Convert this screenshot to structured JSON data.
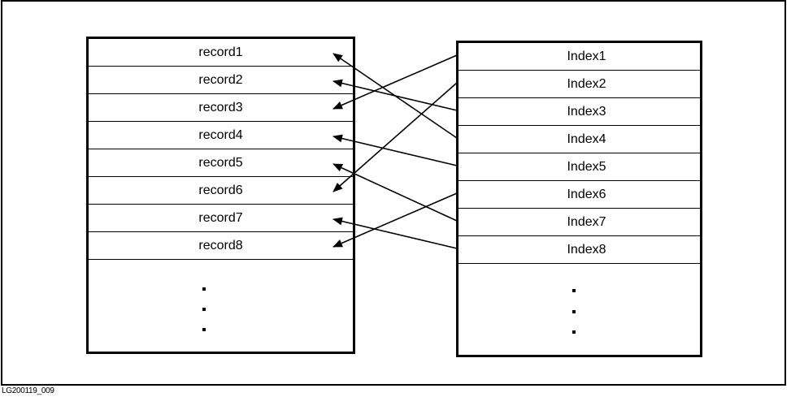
{
  "records": {
    "items": [
      "record1",
      "record2",
      "record3",
      "record4",
      "record5",
      "record6",
      "record7",
      "record8"
    ]
  },
  "indexes": {
    "items": [
      "Index1",
      "Index2",
      "Index3",
      "Index4",
      "Index5",
      "Index6",
      "Index7",
      "Index8"
    ]
  },
  "mapping": [
    {
      "index": "Index1",
      "record": "record3"
    },
    {
      "index": "Index2",
      "record": "record6"
    },
    {
      "index": "Index3",
      "record": "record2"
    },
    {
      "index": "Index4",
      "record": "record1"
    },
    {
      "index": "Index5",
      "record": "record4"
    },
    {
      "index": "Index6",
      "record": "record8"
    },
    {
      "index": "Index7",
      "record": "record5"
    },
    {
      "index": "Index8",
      "record": "record7"
    }
  ],
  "continuation_marker": "⋮",
  "caption": "LG200119_009"
}
